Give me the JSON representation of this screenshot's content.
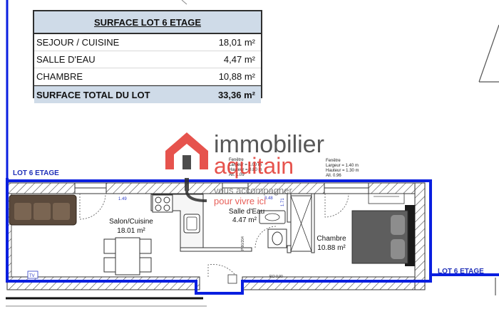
{
  "surface_table": {
    "title": "SURFACE LOT 6 ETAGE",
    "rows": [
      {
        "label": "SEJOUR / CUISINE",
        "value": "18,01 m²"
      },
      {
        "label": "SALLE D'EAU",
        "value": "4,47 m²"
      },
      {
        "label": "CHAMBRE",
        "value": "10,88 m²"
      }
    ],
    "total": {
      "label": "SURFACE TOTAL DU LOT",
      "value": "33,36 m²"
    }
  },
  "plan": {
    "lot_label_left": "LOT 6 ETAGE",
    "lot_label_right": "LOT 6 ETAGE",
    "rooms": {
      "salon": {
        "name": "Salon/Cuisine",
        "area": "18.01 m²"
      },
      "salle_eau": {
        "name": "Salle d'Eau",
        "area": "4.47 m²"
      },
      "chambre": {
        "name": "Chambre",
        "area": "10.88 m²"
      }
    },
    "window1": {
      "l1": "Fenêtre",
      "l2": "Largeur = 1.00 m",
      "l3": "Hauteur = 0.80 m",
      "l4": "All. 1.09"
    },
    "window2": {
      "l1": "Fenêtre",
      "l2": "Largeur = 1.40 m",
      "l3": "Hauteur = 1.30 m",
      "l4": "All. 0.96"
    },
    "dim1": "1.49",
    "dim2": "3.48",
    "dim3": "1.71",
    "door_label": "P 80/204",
    "bottom_label": "P.D 0.90",
    "tv_label": "TV"
  },
  "watermark": {
    "brand_line1": "immobilier",
    "brand_line2": "aquitain",
    "tagline1": "vous accompagner",
    "tagline2": "pour vivre ici"
  },
  "colors": {
    "wall_blue": "#0a1fe0",
    "brand_red": "#e2362f",
    "table_header_bg": "#cfdbe8",
    "lot_label": "#1f2fb8"
  }
}
